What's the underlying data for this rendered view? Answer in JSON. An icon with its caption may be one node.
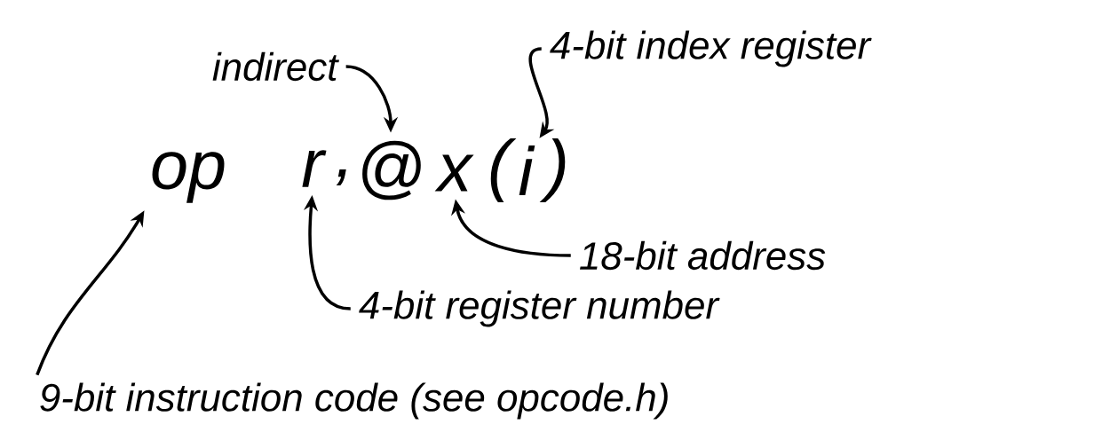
{
  "diagram": {
    "nodes": [
      {
        "text": [
          "op"
        ]
      },
      {
        "text": [
          "r"
        ]
      },
      {
        "text": [
          "@"
        ]
      },
      {
        "text": [
          "x"
        ]
      },
      {
        "text": [
          "i"
        ]
      },
      {
        "text": [
          "indirect"
        ]
      },
      {
        "text": [
          "4-bit index register"
        ]
      },
      {
        "text": [
          "18-bit address"
        ]
      },
      {
        "text": [
          "4-bit register number"
        ]
      },
      {
        "text": [
          "9-bit instruction code (see opcode.h)"
        ]
      }
    ],
    "edges": [
      {
        "from": 5,
        "to": 2,
        "arrow": "to"
      },
      {
        "from": 6,
        "to": 4,
        "arrow": "to"
      },
      {
        "from": 7,
        "to": 3,
        "arrow": "to"
      },
      {
        "from": 8,
        "to": 1,
        "arrow": "to"
      },
      {
        "from": 9,
        "to": 0,
        "arrow": "to"
      }
    ],
    "labels": [
      ",",
      "(",
      ")"
    ]
  }
}
